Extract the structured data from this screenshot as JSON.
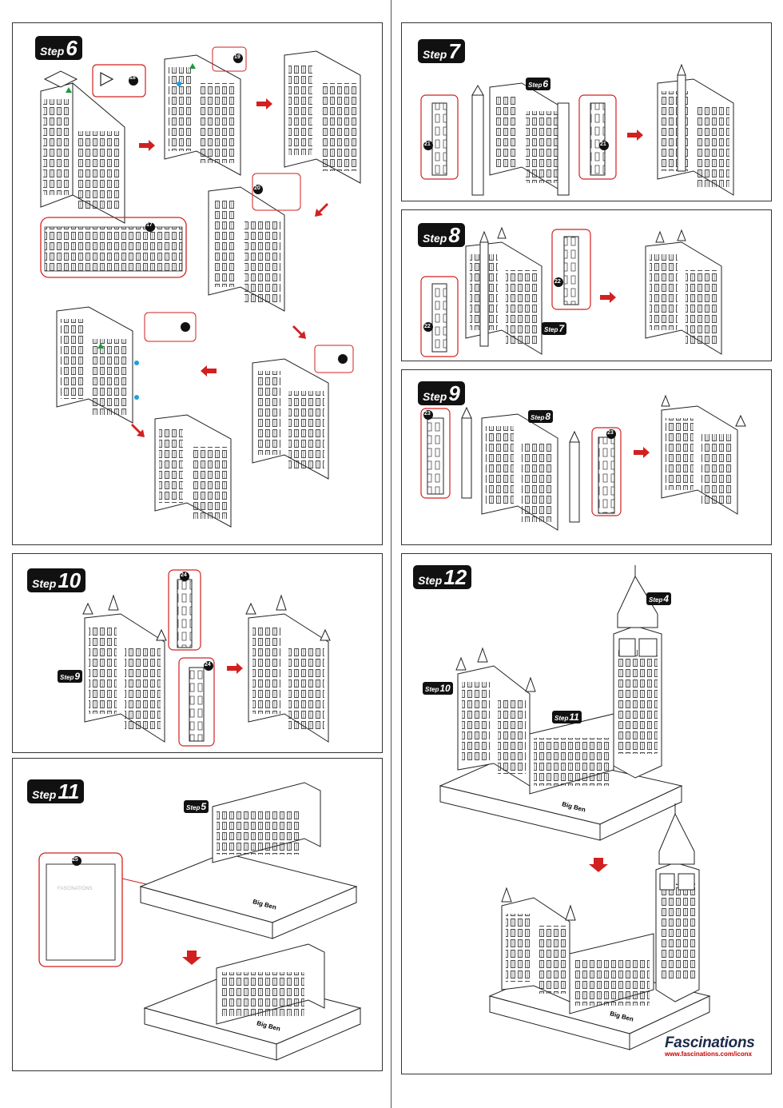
{
  "steps": {
    "s6": {
      "word": "Step",
      "num": "6"
    },
    "s7": {
      "word": "Step",
      "num": "7"
    },
    "s8": {
      "word": "Step",
      "num": "8"
    },
    "s9": {
      "word": "Step",
      "num": "9"
    },
    "s10": {
      "word": "Step",
      "num": "10"
    },
    "s11": {
      "word": "Step",
      "num": "11"
    },
    "s12": {
      "word": "Step",
      "num": "12"
    }
  },
  "parts": {
    "p17": "17",
    "p18": "18",
    "p19": "19",
    "p20": "20",
    "p21": "21",
    "p22": "22",
    "p23": "23",
    "p24": "24",
    "p25": "25"
  },
  "refs": {
    "r4": {
      "word": "Step",
      "num": "4"
    },
    "r5": {
      "word": "Step",
      "num": "5"
    },
    "r6": {
      "word": "Step",
      "num": "6"
    },
    "r7": {
      "word": "Step",
      "num": "7"
    },
    "r8": {
      "word": "Step",
      "num": "8"
    },
    "r9": {
      "word": "Step",
      "num": "9"
    },
    "r10": {
      "word": "Step",
      "num": "10"
    },
    "r11": {
      "word": "Step",
      "num": "11"
    }
  },
  "base_label": "Big Ben",
  "watermark": "FASCINATIONS",
  "brand": {
    "name": "Fascinations",
    "url": "www.fascinations.com/iconx",
    "accent": "#d22020",
    "marker_green": "#1a9a3a",
    "marker_blue": "#1aa0e0"
  }
}
